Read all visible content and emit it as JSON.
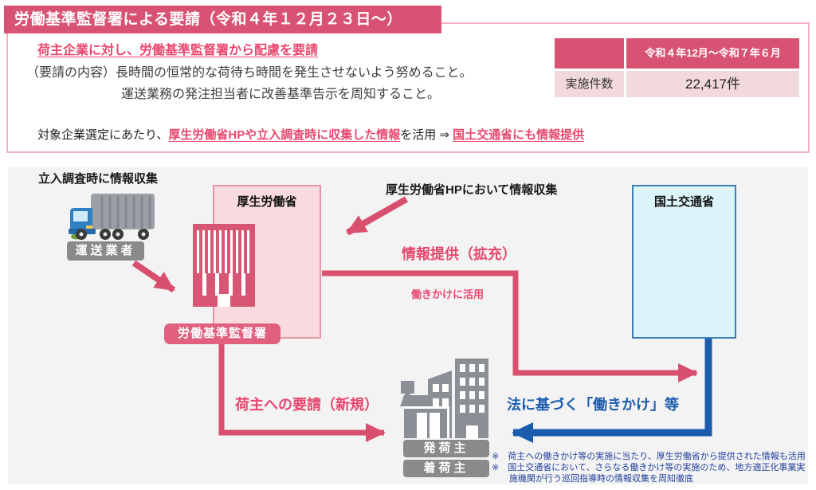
{
  "title": "労働基準監督署による要請（令和４年１２月２３日～）",
  "bullet_marker": "▸",
  "request_box": {
    "headline": "荷主企業に対し、労働基準監督署から配慮を要請",
    "detail_line1": "（要請の内容）長時間の恒常的な荷待ち時間を発生させないよう努めること。",
    "detail_line2": "運送業務の発注担当者に改善基準告示を周知すること。",
    "table": {
      "period_header": "令和４年12月～令和７年６月",
      "row_label": "実施件数",
      "row_value": "22,417件"
    }
  },
  "selection_line": {
    "prefix": "対象企業選定にあたり、",
    "highlight1": "厚生労働省HPや立入調査時に収集した情報",
    "middle": "を活用 ⇒ ",
    "highlight2": "国土交通省にも情報提供"
  },
  "diagram": {
    "onsite_collection": "立入調査時に情報収集",
    "carrier": "運送業者",
    "mhlw": "厚生労働省",
    "labor_office": "労働基準監督署",
    "hp_collection": "厚生労働省HPにおいて情報収集",
    "info_provision": "情報提供（拡充）",
    "use_for_outreach": "働きかけに活用",
    "mlit": "国土交通省",
    "shipper_request": "荷主への要請（新規）",
    "law_outreach": "法に基づく「働きかけ」等",
    "consignor": "発荷主",
    "consignee": "着荷主",
    "note1": "※　荷主への働きかけ等の実施に当たり、厚生労働省から提供された情報も活用",
    "note2": "※　国土交通省において、さらなる働きかけ等の実施のため、地方適正化事業実施機関が行う巡回指導時の情報収集を周知徹底"
  },
  "colors": {
    "accent_pink": "#d85373",
    "light_pink_cell": "#f2d9dd",
    "pink_arrow": "#d94f6e",
    "mhlw_box_fill": "#f9dade",
    "mlit_box_fill": "#dcf5fa",
    "blue_arrow": "#1b5cad",
    "note_blue": "#24409a",
    "gray_badge": "#8a8a8a"
  }
}
